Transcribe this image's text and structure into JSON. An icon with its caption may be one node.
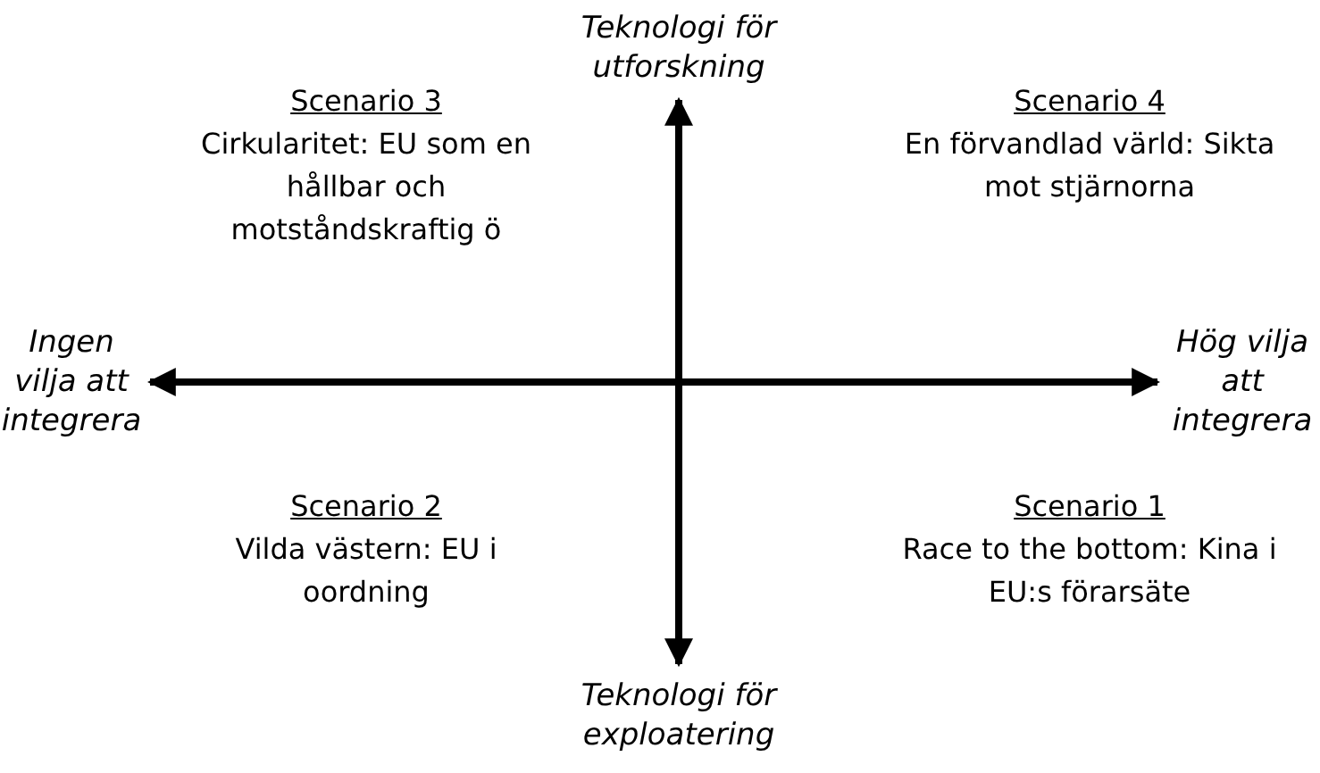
{
  "diagram": {
    "nodes": [
      {
        "text": [
          "Teknologi för utforskning"
        ]
      },
      {
        "text": [
          "Ingen vilja att integrera"
        ]
      },
      {
        "text": [
          "Hög vilja att integrera"
        ]
      },
      {
        "text": [
          "Teknologi för exploatering"
        ]
      }
    ],
    "edges": [
      {
        "from": 1,
        "to": 2,
        "arrow": "both"
      },
      {
        "from": 0,
        "to": 3,
        "arrow": "both"
      }
    ],
    "labels": [
      "Scenario 3",
      "Cirkularitet: EU som en hållbar och motståndskraftig ö",
      "Scenario 4",
      "En förvandlad värld: Sikta mot stjärnorna",
      "Scenario 2",
      "Vilda västern: EU i oordning",
      "Scenario 1",
      "Race to the bottom: Kina i EU:s förarsäte"
    ]
  }
}
